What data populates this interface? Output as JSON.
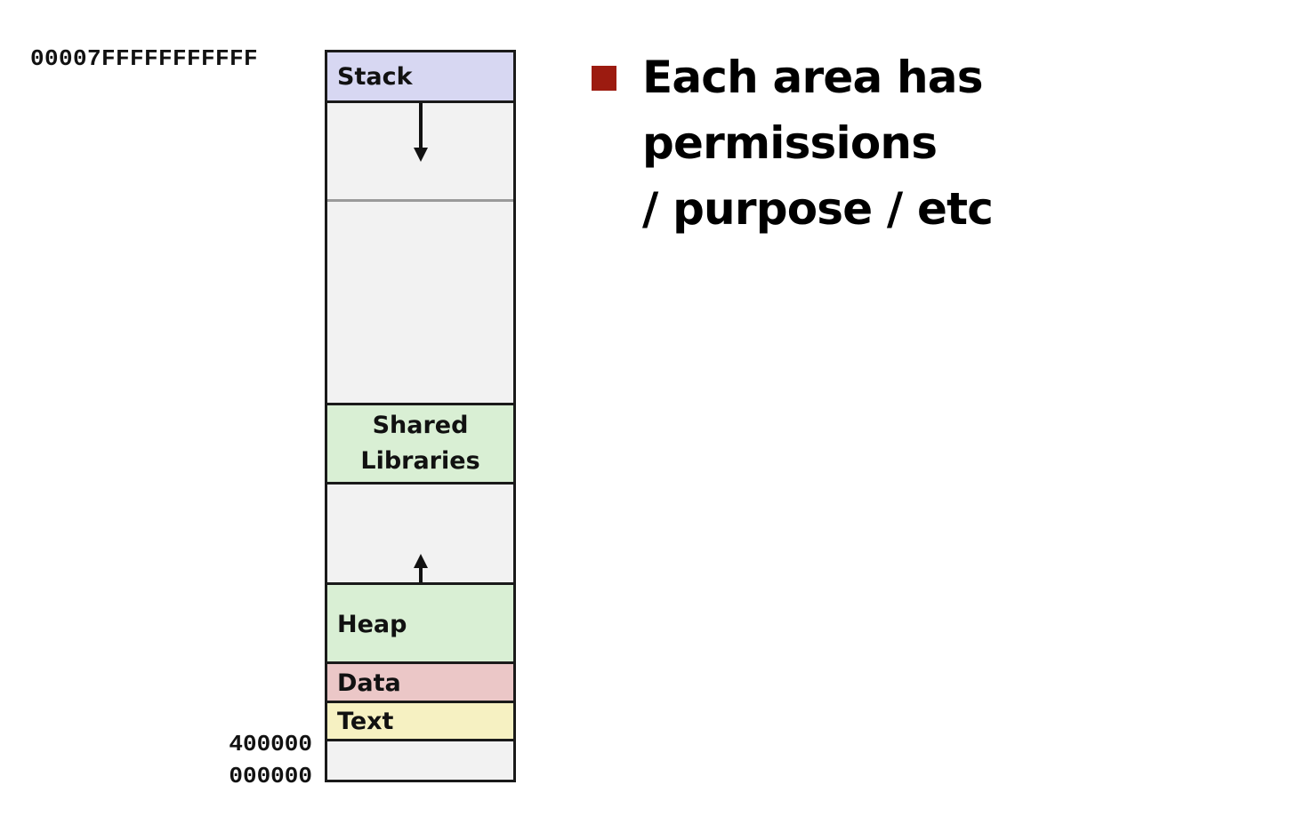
{
  "addresses": {
    "top": "00007FFFFFFFFFFF",
    "text_start": "400000",
    "bottom": "000000"
  },
  "segments": {
    "stack": "Stack",
    "shared_line1": "Shared",
    "shared_line2": "Libraries",
    "heap": "Heap",
    "data": "Data",
    "text": "Text"
  },
  "bullet": {
    "line1": "Each area has permissions",
    "line2": "/ purpose / etc"
  },
  "colors": {
    "stack": "#d7d7f2",
    "shared_libraries": "#d9efd4",
    "heap": "#d9efd4",
    "data": "#ebc7c7",
    "text": "#f6f1c2",
    "unused": "#f2f2f2",
    "bullet": "#9c1b10"
  }
}
